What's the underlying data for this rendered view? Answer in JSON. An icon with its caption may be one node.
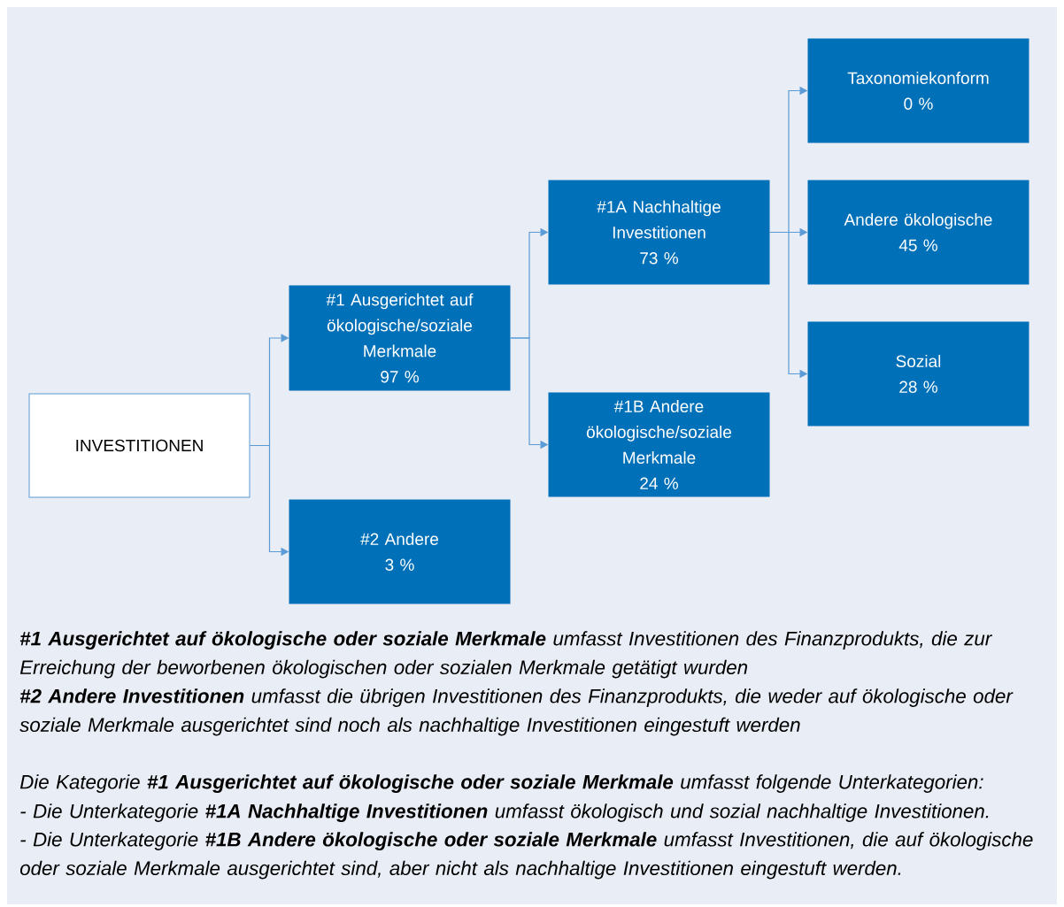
{
  "diagram": {
    "nodes": [
      {
        "text": [
          "INVESTITIONEN"
        ]
      },
      {
        "text": [
          "#1 Ausgerichtet auf ökologische/soziale Merkmale",
          "97 %"
        ]
      },
      {
        "text": [
          "#2 Andere",
          "3 %"
        ]
      },
      {
        "text": [
          "#1A Nachhaltige Investitionen",
          "73 %"
        ]
      },
      {
        "text": [
          "#1B Andere ökologische/soziale Merkmale",
          "24 %"
        ]
      },
      {
        "text": [
          "Taxonomiekonform",
          "0 %"
        ]
      },
      {
        "text": [
          "Andere ökologische",
          "45 %"
        ]
      },
      {
        "text": [
          "Sozial",
          "28 %"
        ]
      }
    ],
    "edges": [
      {
        "from": 0,
        "to": 1,
        "arrow": "to"
      },
      {
        "from": 0,
        "to": 2,
        "arrow": "to"
      },
      {
        "from": 1,
        "to": 3,
        "arrow": "to"
      },
      {
        "from": 1,
        "to": 4,
        "arrow": "to"
      },
      {
        "from": 3,
        "to": 5,
        "arrow": "to"
      },
      {
        "from": 3,
        "to": 6,
        "arrow": "to"
      },
      {
        "from": 3,
        "to": 7,
        "arrow": "to"
      }
    ],
    "labels": [
      "**#1 Ausgerichtet auf ökologische oder soziale Merkmale** umfasst Investitionen des Finanzprodukts, die zur Erreichung der beworbenen ökologischen oder sozialen Merkmale getätigt wurden",
      "**#2 Andere Investitionen** umfasst die übrigen Investitionen des Finanzprodukts, die weder auf ökologische oder soziale Merkmale ausgerichtet sind noch als nachhaltige Investitionen eingestuft werden",
      "Die Kategorie **#1 Ausgerichtet auf ökologische oder soziale Merkmale** umfasst folgende Unterkategorien:",
      "- Die Unterkategorie **#1A Nachhaltige Investitionen** umfasst ökologisch und sozial nachhaltige Investitionen.",
      "- Die Unterkategorie **#1B Andere ökologische oder soziale Merkmale** umfasst Investitionen, die auf ökologische oder soziale Merkmale ausgerichtet sind, aber nicht als nachhaltige Investitionen eingestuft werden."
    ]
  }
}
